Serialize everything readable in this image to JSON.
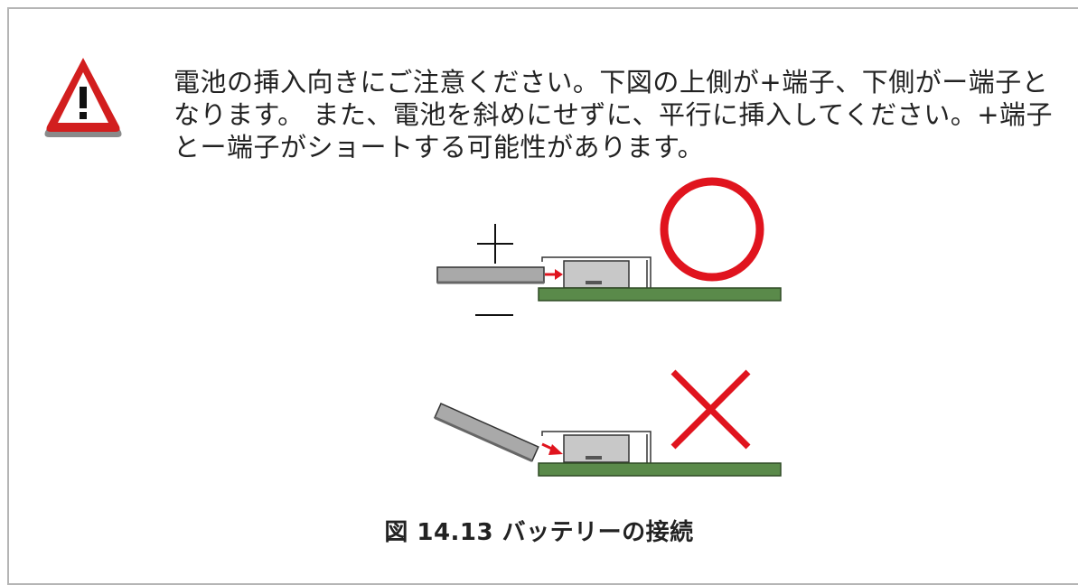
{
  "warning": {
    "icon": "warning-triangle-icon",
    "lines": [
      "電池の挿入向きにご注意ください。下図の上側が+端子、下側がー端子と",
      "なります。 また、電池を斜めにせずに、平行に挿入してください。+端子",
      "とー端子がショートする可能性があります。"
    ]
  },
  "figure": {
    "caption": "図 14.13 バッテリーの接続",
    "correct_symbol": "○",
    "wrong_symbol": "×",
    "plus_symbol": "+",
    "minus_symbol": "ー",
    "colors": {
      "board": "#5a8a4a",
      "battery": "#a9a9a9",
      "holder": "#c8c8c8",
      "arrow": "#e0141e",
      "ok_mark": "#e0141e",
      "ng_mark": "#e0141e"
    }
  }
}
